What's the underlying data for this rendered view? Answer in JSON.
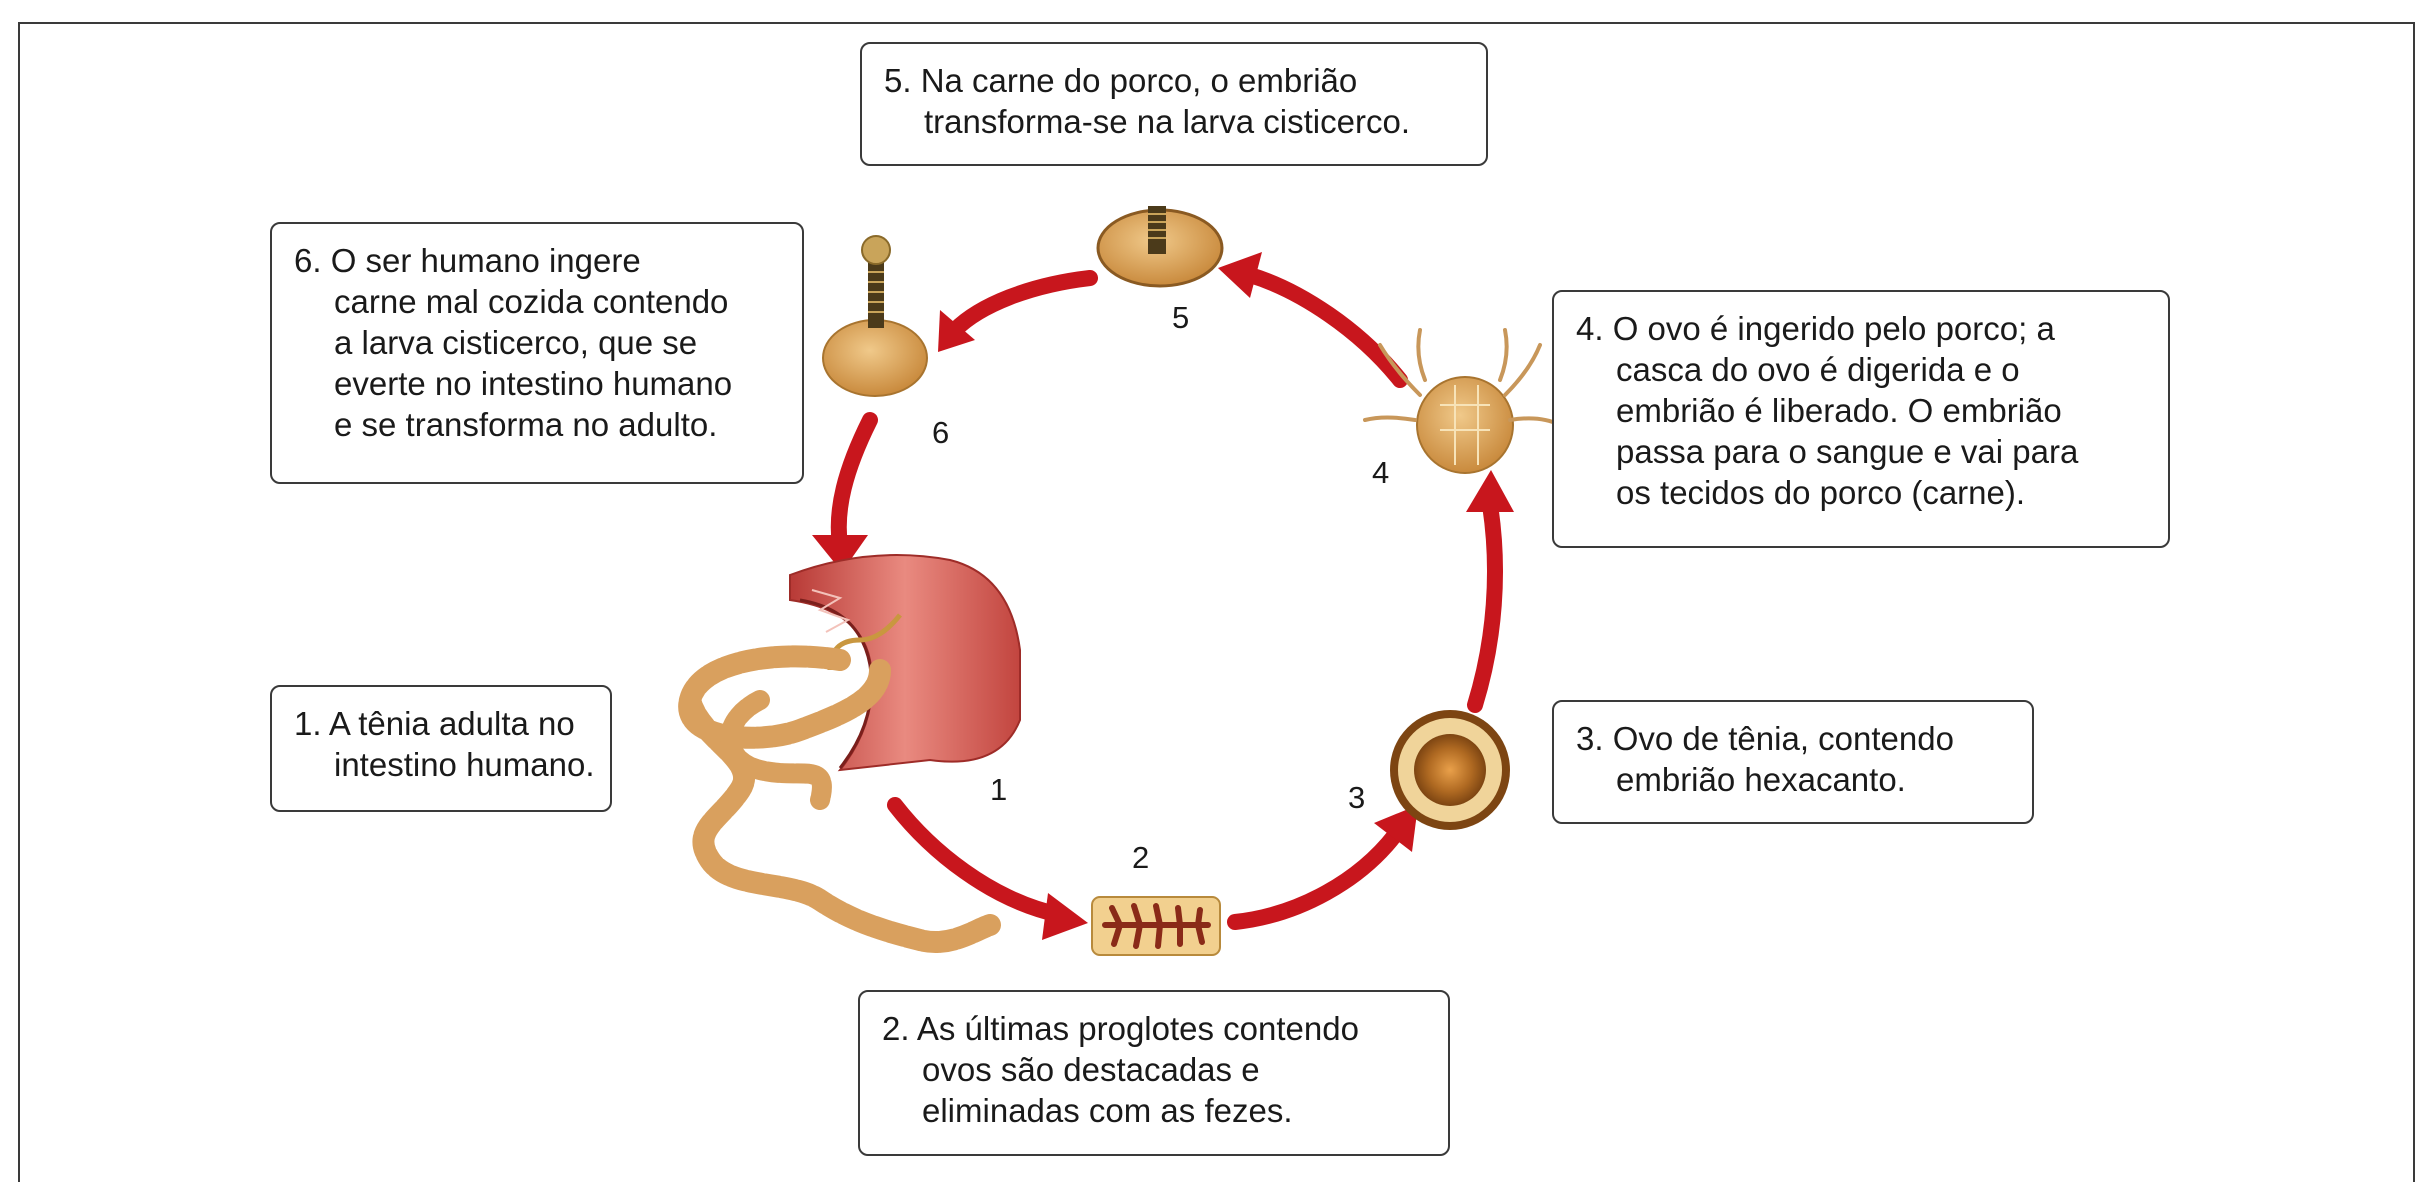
{
  "diagram": {
    "steps": [
      {
        "num": "1",
        "lines": [
          "1. A tênia adulta no",
          "intestino humano."
        ]
      },
      {
        "num": "2",
        "lines": [
          "2. As últimas proglotes contendo",
          "ovos são destacadas e",
          "eliminadas com as fezes."
        ]
      },
      {
        "num": "3",
        "lines": [
          "3. Ovo de tênia, contendo",
          "embrião hexacanto."
        ]
      },
      {
        "num": "4",
        "lines": [
          "4. O ovo é ingerido pelo porco; a",
          "casca do ovo é digerida e o",
          "embrião é liberado. O embrião",
          "passa para o sangue e vai para",
          "os tecidos do porco (carne)."
        ]
      },
      {
        "num": "5",
        "lines": [
          "5. Na carne do porco, o embrião",
          "transforma-se na larva cisticerco."
        ]
      },
      {
        "num": "6",
        "lines": [
          "6. O ser humano ingere",
          "carne mal cozida contendo",
          "a larva cisticerco, que se",
          "everte no intestino humano",
          "e se transforma no adulto."
        ]
      }
    ],
    "colors": {
      "arrow": "#c8161d",
      "intestine": "#d9554d",
      "worm": "#d9a05e",
      "egg": "#c98a3d",
      "cyst": "#d6a25c"
    }
  }
}
